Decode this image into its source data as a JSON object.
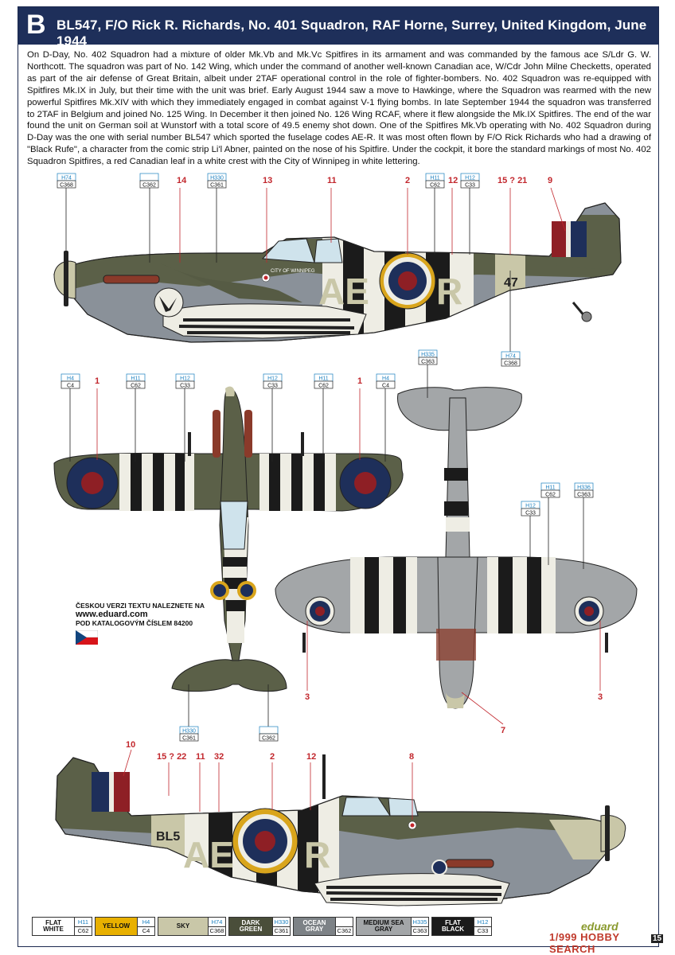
{
  "header": {
    "letter": "B",
    "title": "BL547, F/O Rick R. Richards, No. 401 Squadron, RAF Horne, Surrey, United Kingdom, June 1944"
  },
  "description": "On D-Day, No. 402 Squadron had a mixture of older Mk.Vb and Mk.Vc Spitfires in its armament and was commanded by the famous ace S/Ldr G. W. Northcott. The squadron was part of No. 142 Wing, which under the command of another well-known Canadian ace, W/Cdr John Milne Checketts, operated as part of the air defense of Great Britain, albeit under 2TAF operational control in the role of fighter-bombers. No. 402 Squadron was re-equipped with Spitfires Mk.IX in July, but their time with the unit was brief. Early August 1944 saw a move to Hawkinge, where the Squadron was rearmed with the new powerful Spitfires Mk.XIV with which they immediately engaged in combat against V-1 flying bombs. In late September 1944 the squadron was transferred to 2TAF in Belgium and joined No. 125 Wing. In December it then joined No. 126 Wing RCAF, where it flew alongside the Mk.IX Spitfires. The end of the war found the unit on German soil at Wunstorf with a total score of 49.5 enemy shot down. One of the Spitfires Mk.Vb operating with No. 402 Squadron during D-Day was the one with serial number BL547 which sported the fuselage codes AE-R. It was most often flown by F/O Rick Richards who had a drawing of \"Black Rufe\", a character from the comic strip Li'l Abner, painted on the nose of his Spitfire. Under the cockpit, it bore the standard markings of most No. 402 Squadron Spitfires, a red Canadian leaf in a white crest with the City of Winnipeg in white lettering.",
  "czech_note": {
    "line1": "ČESKOU VERZI TEXTU NALEZNETE NA",
    "url": "www.eduard.com",
    "line2": "POD KATALOGOVÝM ČÍSLEM 84200"
  },
  "aircraft": {
    "codes_left": "AE",
    "code_right": "R",
    "tail_number": "47",
    "serial_partial": "BL5",
    "nose_lettering": "CITY OF WINNIPEG"
  },
  "callouts": {
    "c1": {
      "top": "H74",
      "bottom": "C368"
    },
    "c2": {
      "top": "",
      "bottom": "C362"
    },
    "c3": {
      "top": "H330",
      "bottom": "C361"
    },
    "c4": {
      "top": "H11",
      "bottom": "C62"
    },
    "c5": {
      "top": "H12",
      "bottom": "C33"
    },
    "c6": {
      "top": "H74",
      "bottom": "C368"
    },
    "c7": {
      "top": "H4",
      "bottom": "C4"
    },
    "c8": {
      "top": "H11",
      "bottom": "C62"
    },
    "c9": {
      "top": "H12",
      "bottom": "C33"
    },
    "c10": {
      "top": "H12",
      "bottom": "C33"
    },
    "c11": {
      "top": "H11",
      "bottom": "C62"
    },
    "c12": {
      "top": "H4",
      "bottom": "C4"
    },
    "c13": {
      "top": "H335",
      "bottom": "C363"
    },
    "c14": {
      "top": "H11",
      "bottom": "C62"
    },
    "c15": {
      "top": "H336",
      "bottom": "C363"
    },
    "c16": {
      "top": "H12",
      "bottom": "C33"
    },
    "c17": {
      "top": "H330",
      "bottom": "C361"
    },
    "c18": {
      "top": "",
      "bottom": "C362"
    }
  },
  "numbers": {
    "n14": "14",
    "n13": "13",
    "n11a": "11",
    "n2a": "2",
    "n12a": "12",
    "n1521": "15 ? 21",
    "n9": "9",
    "n1a": "1",
    "n1b": "1",
    "n3a": "3",
    "n3b": "3",
    "n7": "7",
    "n10": "10",
    "n1522": "15 ? 22",
    "n11b": "11",
    "n32": "32",
    "n2b": "2",
    "n12b": "12",
    "n8": "8"
  },
  "legend": [
    {
      "name": "FLAT WHITE",
      "h": "H11",
      "c": "C62",
      "color": "#ffffff",
      "text": "#111"
    },
    {
      "name": "YELLOW",
      "h": "H4",
      "c": "C4",
      "color": "#e8b000",
      "text": "#111"
    },
    {
      "name": "SKY",
      "h": "H74",
      "c": "C368",
      "color": "#c9c7a8",
      "text": "#111"
    },
    {
      "name": "DARK GREEN",
      "h": "H330",
      "c": "C361",
      "color": "#4a4e3a",
      "text": "#fff"
    },
    {
      "name": "OCEAN GRAY",
      "h": "",
      "c": "C362",
      "color": "#7d8286",
      "text": "#fff"
    },
    {
      "name": "MEDIUM SEA GRAY",
      "h": "H335",
      "c": "C363",
      "color": "#a3a6a8",
      "text": "#111"
    },
    {
      "name": "FLAT BLACK",
      "h": "H12",
      "c": "C33",
      "color": "#1b1b1b",
      "text": "#fff"
    }
  ],
  "brand": {
    "eduard": "eduard",
    "hobby": "1/999 HOBBY SEARCH",
    "page": "15"
  },
  "colors": {
    "header_bg": "#1e2f5a",
    "callout_blue": "#1a7fbf",
    "number_red": "#c2272d"
  }
}
